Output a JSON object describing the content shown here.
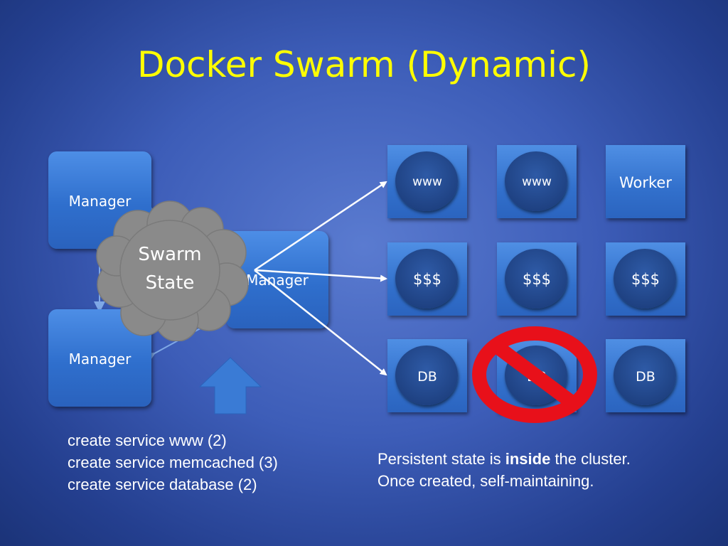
{
  "title": "Docker Swarm (Dynamic)",
  "managers": {
    "top_label": "Manager",
    "bottom_label": "Manager",
    "middle_label": "Manager"
  },
  "cloud": {
    "line1": "Swarm",
    "line2": "State"
  },
  "workers": {
    "row1": [
      "www",
      "www",
      "Worker"
    ],
    "row2": [
      "$$$",
      "$$$",
      "$$$"
    ],
    "row3": [
      "DB",
      "DB",
      "DB"
    ]
  },
  "commands": [
    "create service www (2)",
    "create service memcached (3)",
    "create service database (2)"
  ],
  "note": {
    "line1_prefix": "Persistent state is ",
    "line1_bold": "inside",
    "line1_suffix": " the cluster.",
    "line2": "Once created, self-maintaining."
  },
  "colors": {
    "title": "#ffff00",
    "box": "#3a7bd5",
    "circle": "#1f4283",
    "cloud": "#8c8c8c",
    "no_symbol": "#e8101a"
  }
}
